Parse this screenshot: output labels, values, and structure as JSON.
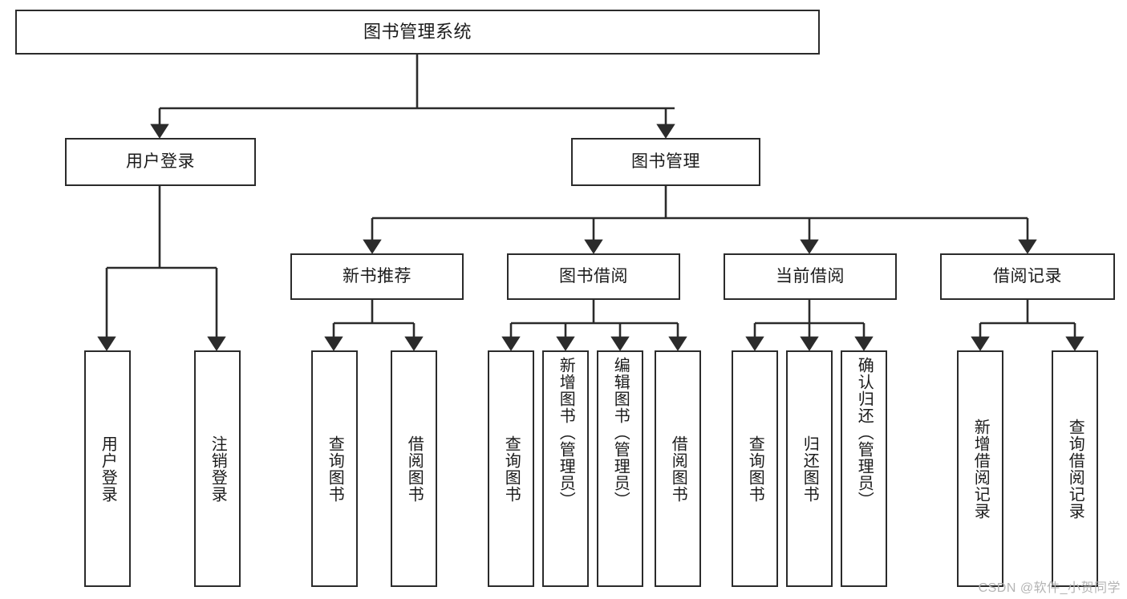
{
  "diagram": {
    "title": "图书管理系统",
    "type": "tree",
    "watermark": "CSDN @软件_小贺同学",
    "colors": {
      "box_border": "#2b2b2b",
      "box_fill": "#ffffff",
      "edge": "#2b2b2b",
      "text": "#1a1a1a",
      "watermark": "#b4b4b4"
    }
  },
  "nodes": {
    "root": {
      "label": "图书管理系统"
    },
    "tier2": [
      {
        "id": "user-login",
        "label": "用户登录"
      },
      {
        "id": "book-manage",
        "label": "图书管理"
      }
    ],
    "tier3": [
      {
        "id": "new-book-recommend",
        "label": "新书推荐"
      },
      {
        "id": "book-borrow",
        "label": "图书借阅"
      },
      {
        "id": "current-borrow",
        "label": "当前借阅"
      },
      {
        "id": "borrow-record",
        "label": "借阅记录"
      }
    ],
    "leaves": {
      "user-login": [
        {
          "id": "leaf-user-login",
          "label": "用户登录"
        },
        {
          "id": "leaf-logout",
          "label": "注销登录"
        }
      ],
      "new-book-recommend": [
        {
          "id": "leaf-query-book-1",
          "label": "查询图书"
        },
        {
          "id": "leaf-borrow-book-1",
          "label": "借阅图书"
        }
      ],
      "book-borrow": [
        {
          "id": "leaf-query-book-2",
          "label": "查询图书"
        },
        {
          "id": "leaf-add-book",
          "label": "新增图书（管理员）"
        },
        {
          "id": "leaf-edit-book",
          "label": "编辑图书（管理员）"
        },
        {
          "id": "leaf-borrow-book-2",
          "label": "借阅图书"
        }
      ],
      "current-borrow": [
        {
          "id": "leaf-query-book-3",
          "label": "查询图书"
        },
        {
          "id": "leaf-return-book",
          "label": "归还图书"
        },
        {
          "id": "leaf-confirm-return",
          "label": "确认归还（管理员）"
        }
      ],
      "borrow-record": [
        {
          "id": "leaf-add-record",
          "label": "新增借阅记录"
        },
        {
          "id": "leaf-query-record",
          "label": "查询借阅记录"
        }
      ]
    }
  }
}
